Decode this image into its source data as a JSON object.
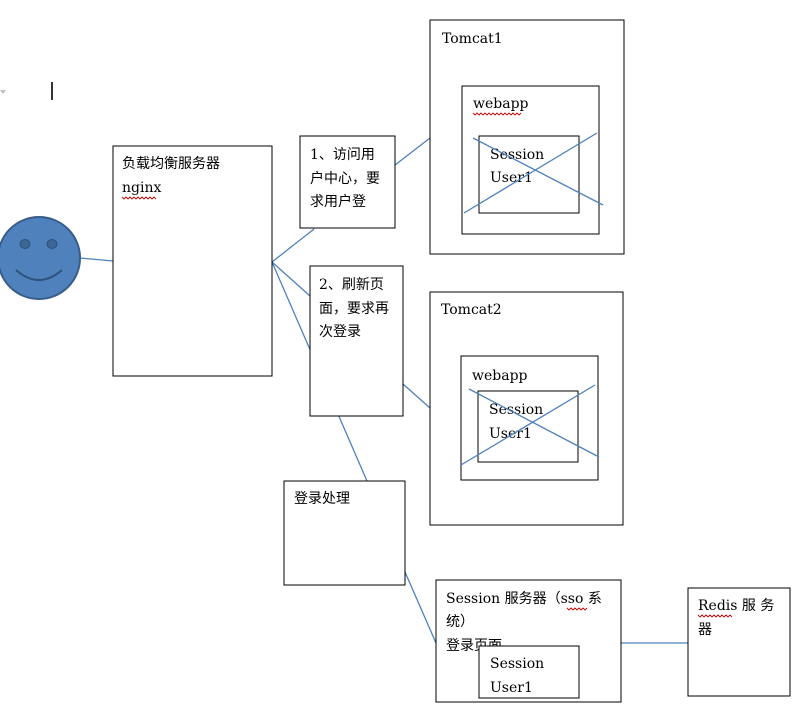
{
  "lb_box": {
    "title": "负载均衡服务器",
    "subtitle": "nginx"
  },
  "step1": {
    "lines": [
      "1、访问用",
      "户中心，要",
      "求用户登"
    ]
  },
  "step2": {
    "lines": [
      "2、刷新页",
      "面，要求再",
      "次登录"
    ]
  },
  "login": {
    "label": "登录处理"
  },
  "tomcat1": {
    "title": "Tomcat1",
    "webapp": "webapp",
    "session": "Session",
    "user": "User1"
  },
  "tomcat2": {
    "title": "Tomcat2",
    "webapp": "webapp",
    "session": "Session",
    "user": "User1"
  },
  "session_server": {
    "line1": "Session 服务器（sso 系",
    "line2": "统）",
    "line3": "登录页面",
    "session": "Session",
    "user": "User1"
  },
  "redis": {
    "line1": "Redis 服 务",
    "line2": "器"
  },
  "colors": {
    "connector": "#4f81bd",
    "face_fill": "#4f81bd",
    "face_stroke": "#385d8a",
    "spell_underline": "#c00000"
  },
  "icons": {
    "user": "smiley-face-icon",
    "cursor": "text-cursor-icon"
  }
}
